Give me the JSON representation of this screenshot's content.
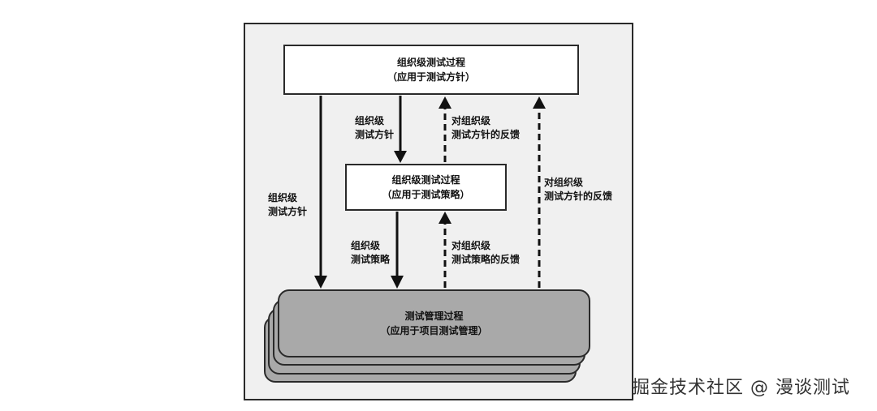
{
  "org_process": {
    "title": "组织级测试过程",
    "subtitle": "（应用于测试方针）"
  },
  "org_strategy_process": {
    "title": "组织级测试过程",
    "subtitle": "（应用于测试策略）"
  },
  "mgmt_process": {
    "title": "测试管理过程",
    "subtitle": "（应用于项目测试管理）"
  },
  "labels": {
    "policy_down_line1": "组织级",
    "policy_down_line2": "测试方针",
    "policy_left_line1": "组织级",
    "policy_left_line2": "测试方针",
    "strategy_down_line1": "组织级",
    "strategy_down_line2": "测试策略",
    "feedback_policy_mid_line1": "对组织级",
    "feedback_policy_mid_line2": "测试方针的反馈",
    "feedback_policy_right_line1": "对组织级",
    "feedback_policy_right_line2": "测试方针的反馈",
    "feedback_strategy_line1": "对组织级",
    "feedback_strategy_line2": "测试策略的反馈"
  },
  "watermark": "掘金技术社区 @ 漫谈测试"
}
